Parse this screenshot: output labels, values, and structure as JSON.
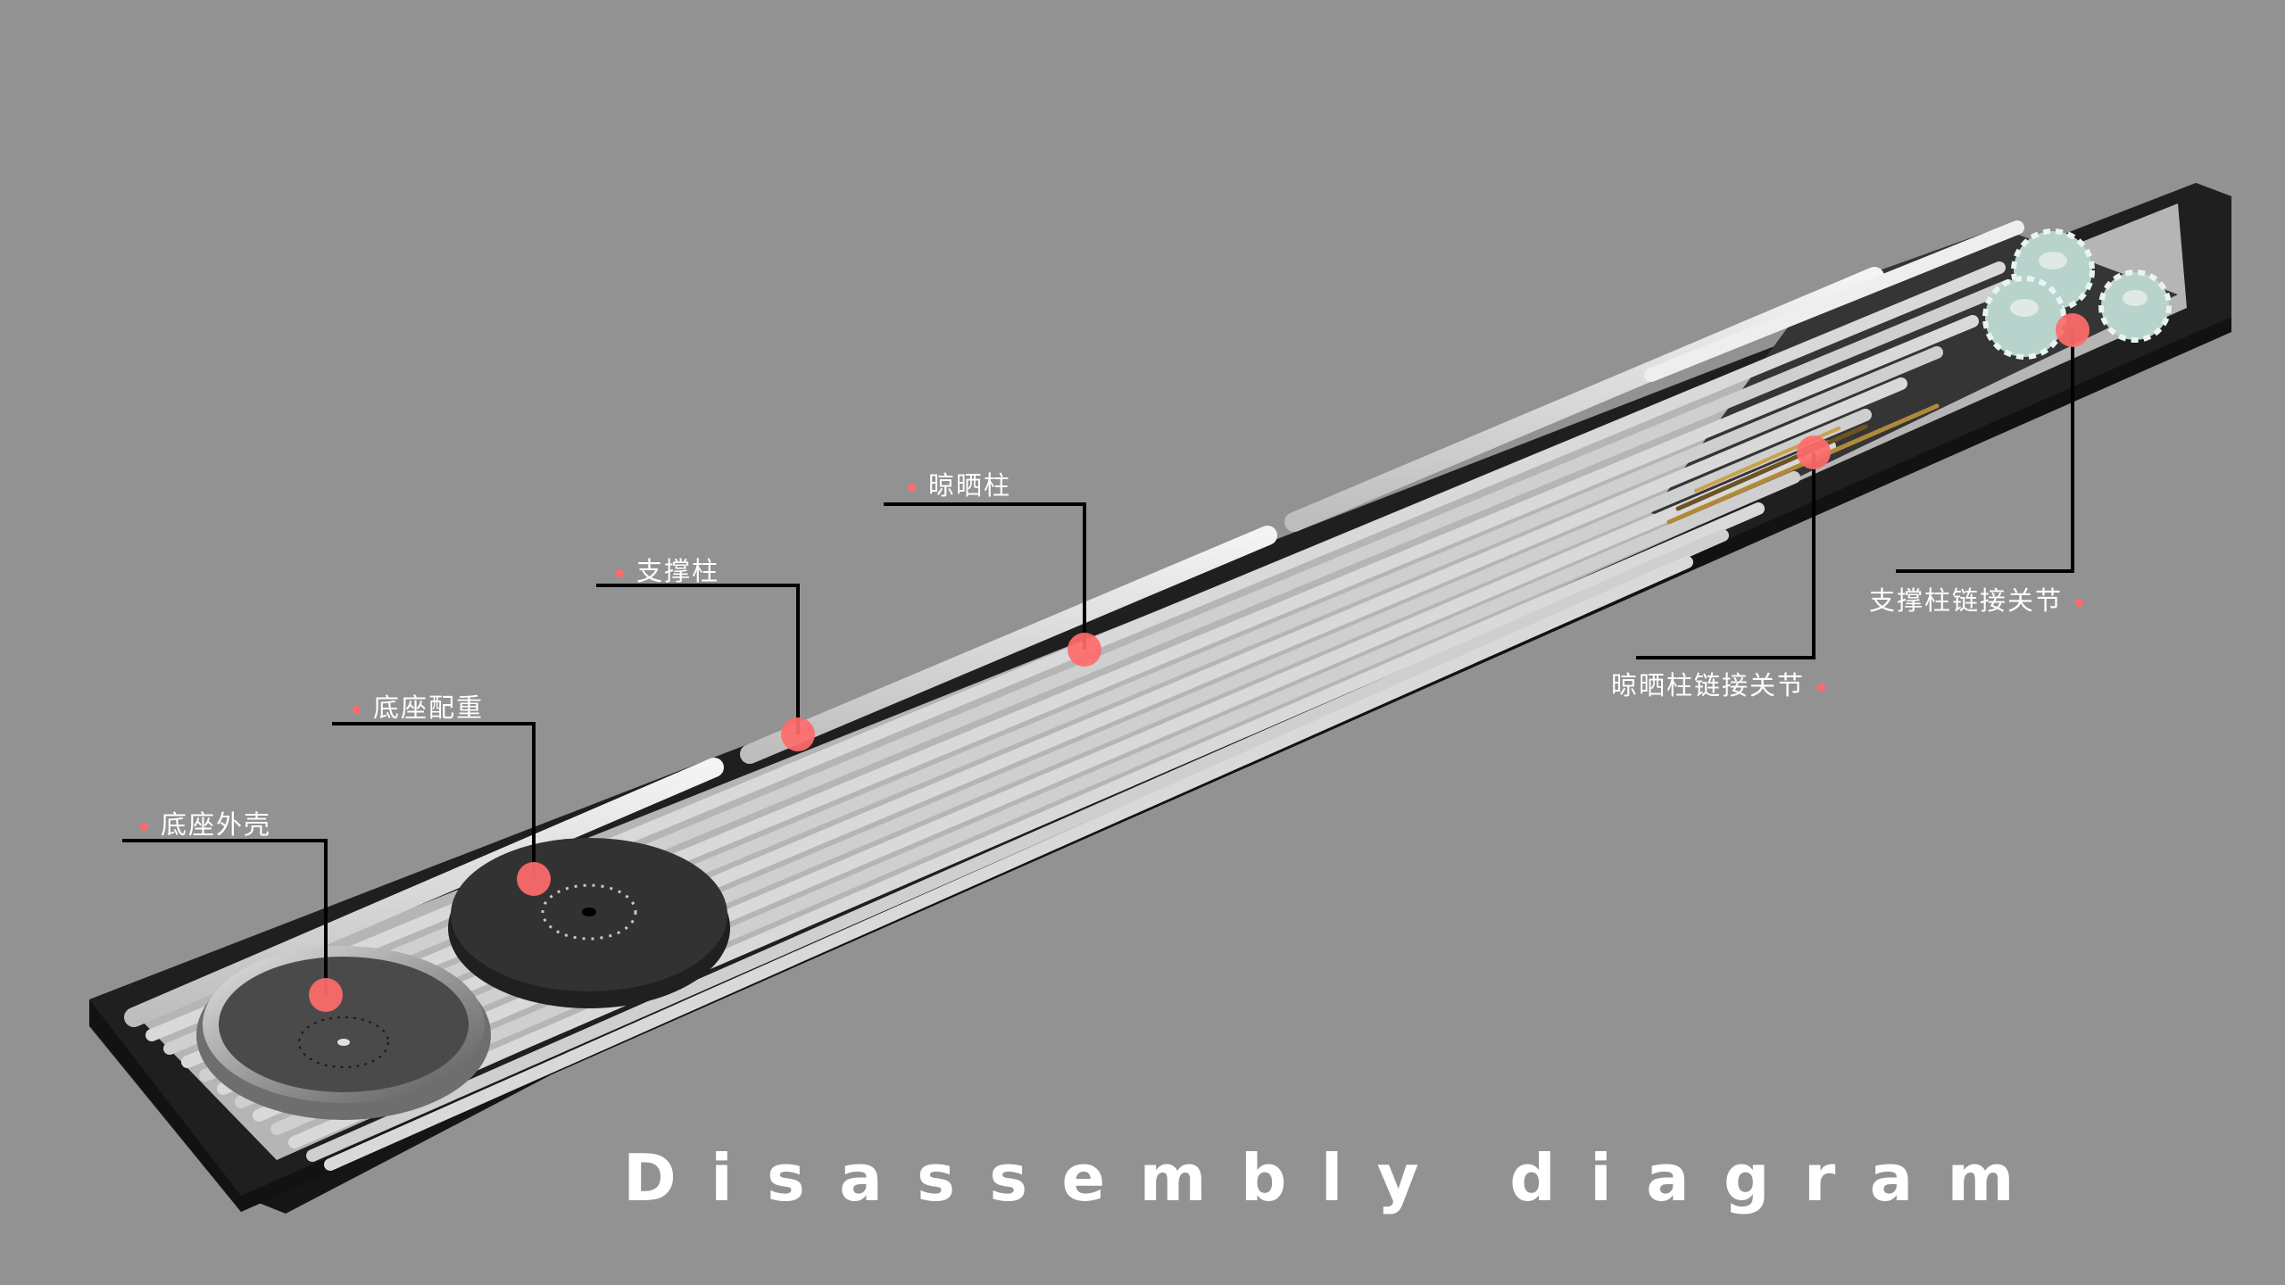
{
  "caption": "Disassembly diagram",
  "labels": {
    "base_shell": "底座外壳",
    "base_weight": "底座配重",
    "support_pole": "支撑柱",
    "drying_pole": "晾晒柱",
    "drying_joint": "晾晒柱链接关节",
    "support_joint": "支撑柱链接关节"
  },
  "colors": {
    "background": "#929292",
    "tray": "#1f1f1f",
    "marker": "#ff6b6b",
    "leader_line": "#000000",
    "text": "#ffffff"
  }
}
